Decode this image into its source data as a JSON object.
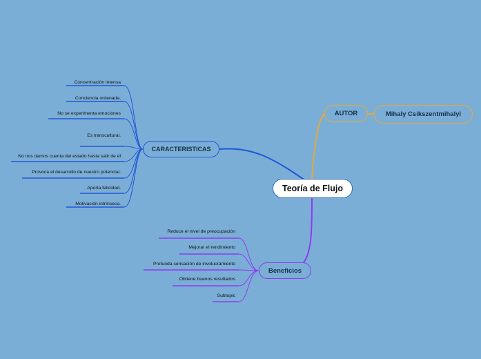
{
  "central_topic": "Teoría de Flujo",
  "branches": {
    "caracteristicas": {
      "label": "CARACTERISTICAS",
      "color": "#1f56d6",
      "items": [
        "Concentración intensa",
        "Conciencia ordenada.",
        "No se experimenta emociones",
        "Es transcultural.",
        "",
        "No nos damos cuenta del estado hasta salir de él",
        "Provoca el desarrollo de nuestro potencial.",
        "Aporta felicidad.",
        "Motivación intrínseca."
      ]
    },
    "beneficios": {
      "label": "Beneficios",
      "color": "#8c3cf0",
      "items": [
        "Reduce  el nivel de preocupación",
        "Mejorar el rendimiento",
        "Profunda sensación de involucramiento",
        "Obtiene buenos resultados",
        "Subtopic"
      ]
    },
    "autor": {
      "label": "AUTOR",
      "color": "#e6a83a",
      "child": "Mihaly Csikszentmihalyi"
    }
  }
}
